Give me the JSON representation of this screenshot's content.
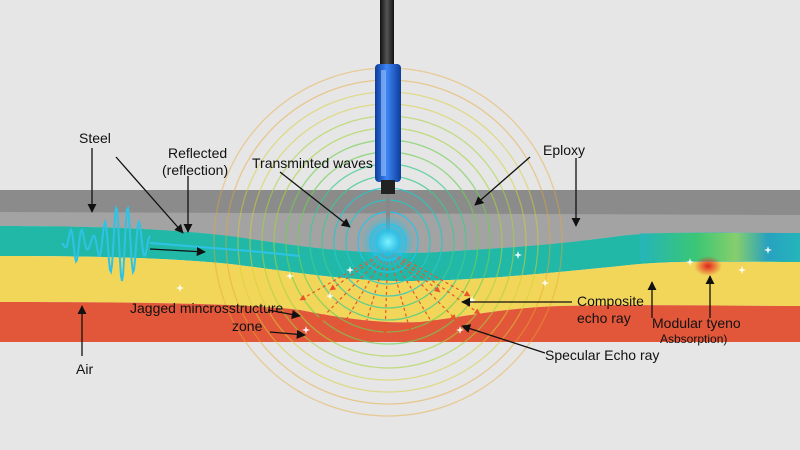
{
  "colors": {
    "background": "#e6e6e6",
    "steel": "#8b8b8b",
    "epoxy_band": "#22b8a8",
    "composite": "#f1d65a",
    "air": "#e2573a",
    "probe": "#1f62d6",
    "wave_ring": "#6fcf52",
    "echo": "#e8552b"
  },
  "icons": {
    "probe": "ultrasonic-probe-icon",
    "sparkle": "sparkle-icon",
    "arrow": "arrow-icon"
  },
  "labels": {
    "steel": "Steel",
    "reflected_line1": "Reflected",
    "reflected_line2": "(reflection)",
    "transmitted": "Transminted waves",
    "epoxy": "Eploxy",
    "jagged_line1": "Jagged mincrosstructure",
    "jagged_line2": "zone",
    "composite_line1": "Composite",
    "composite_line2": "echo ray",
    "modular_line1": "Modular tyeno",
    "modular_line2": "Asbsorption)",
    "air": "Air",
    "specular": "Specular Echo ray"
  }
}
